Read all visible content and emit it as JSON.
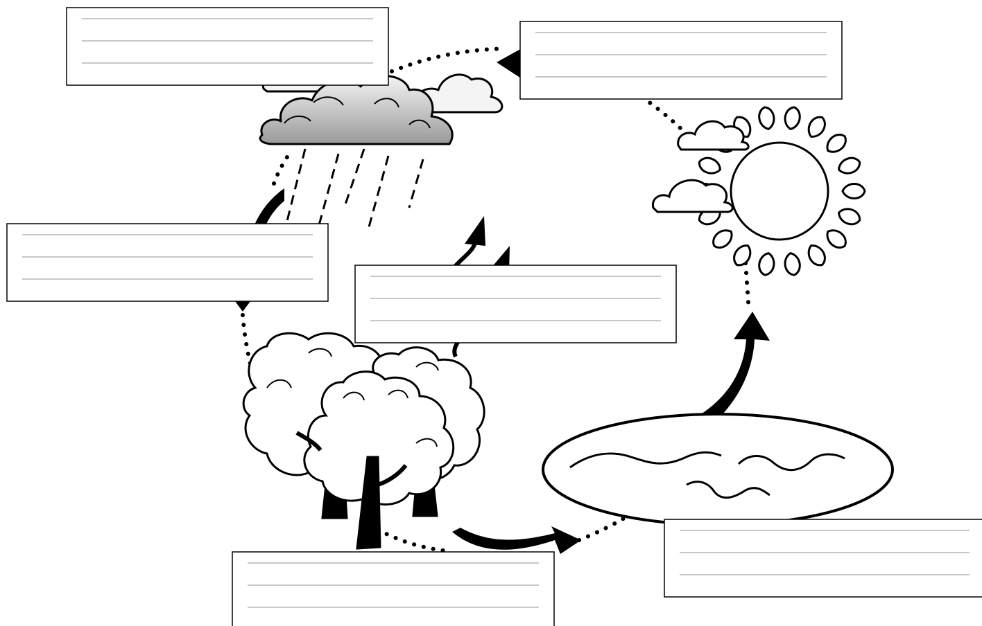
{
  "diagram": {
    "nodes": [
      {
        "id": "clouds",
        "icon": "rain-cloud-icon"
      },
      {
        "id": "sun",
        "icon": "sun-icon"
      },
      {
        "id": "trees",
        "icon": "trees-icon"
      },
      {
        "id": "water",
        "icon": "lake-icon"
      }
    ],
    "answer_boxes": [
      {
        "id": "box-top-left",
        "lines": 3,
        "value": ""
      },
      {
        "id": "box-top-right",
        "lines": 3,
        "value": ""
      },
      {
        "id": "box-mid-left",
        "lines": 3,
        "value": ""
      },
      {
        "id": "box-center",
        "lines": 3,
        "value": ""
      },
      {
        "id": "box-bottom-center",
        "lines": 3,
        "value": ""
      },
      {
        "id": "box-bottom-right",
        "lines": 3,
        "value": ""
      }
    ],
    "colors": {
      "stroke": "#000000",
      "box_border": "#000000",
      "writing_line": "#c8c8c8",
      "cloud_fill_dark": "#9a9a9a",
      "cloud_fill_light": "#f4f4f4"
    }
  }
}
